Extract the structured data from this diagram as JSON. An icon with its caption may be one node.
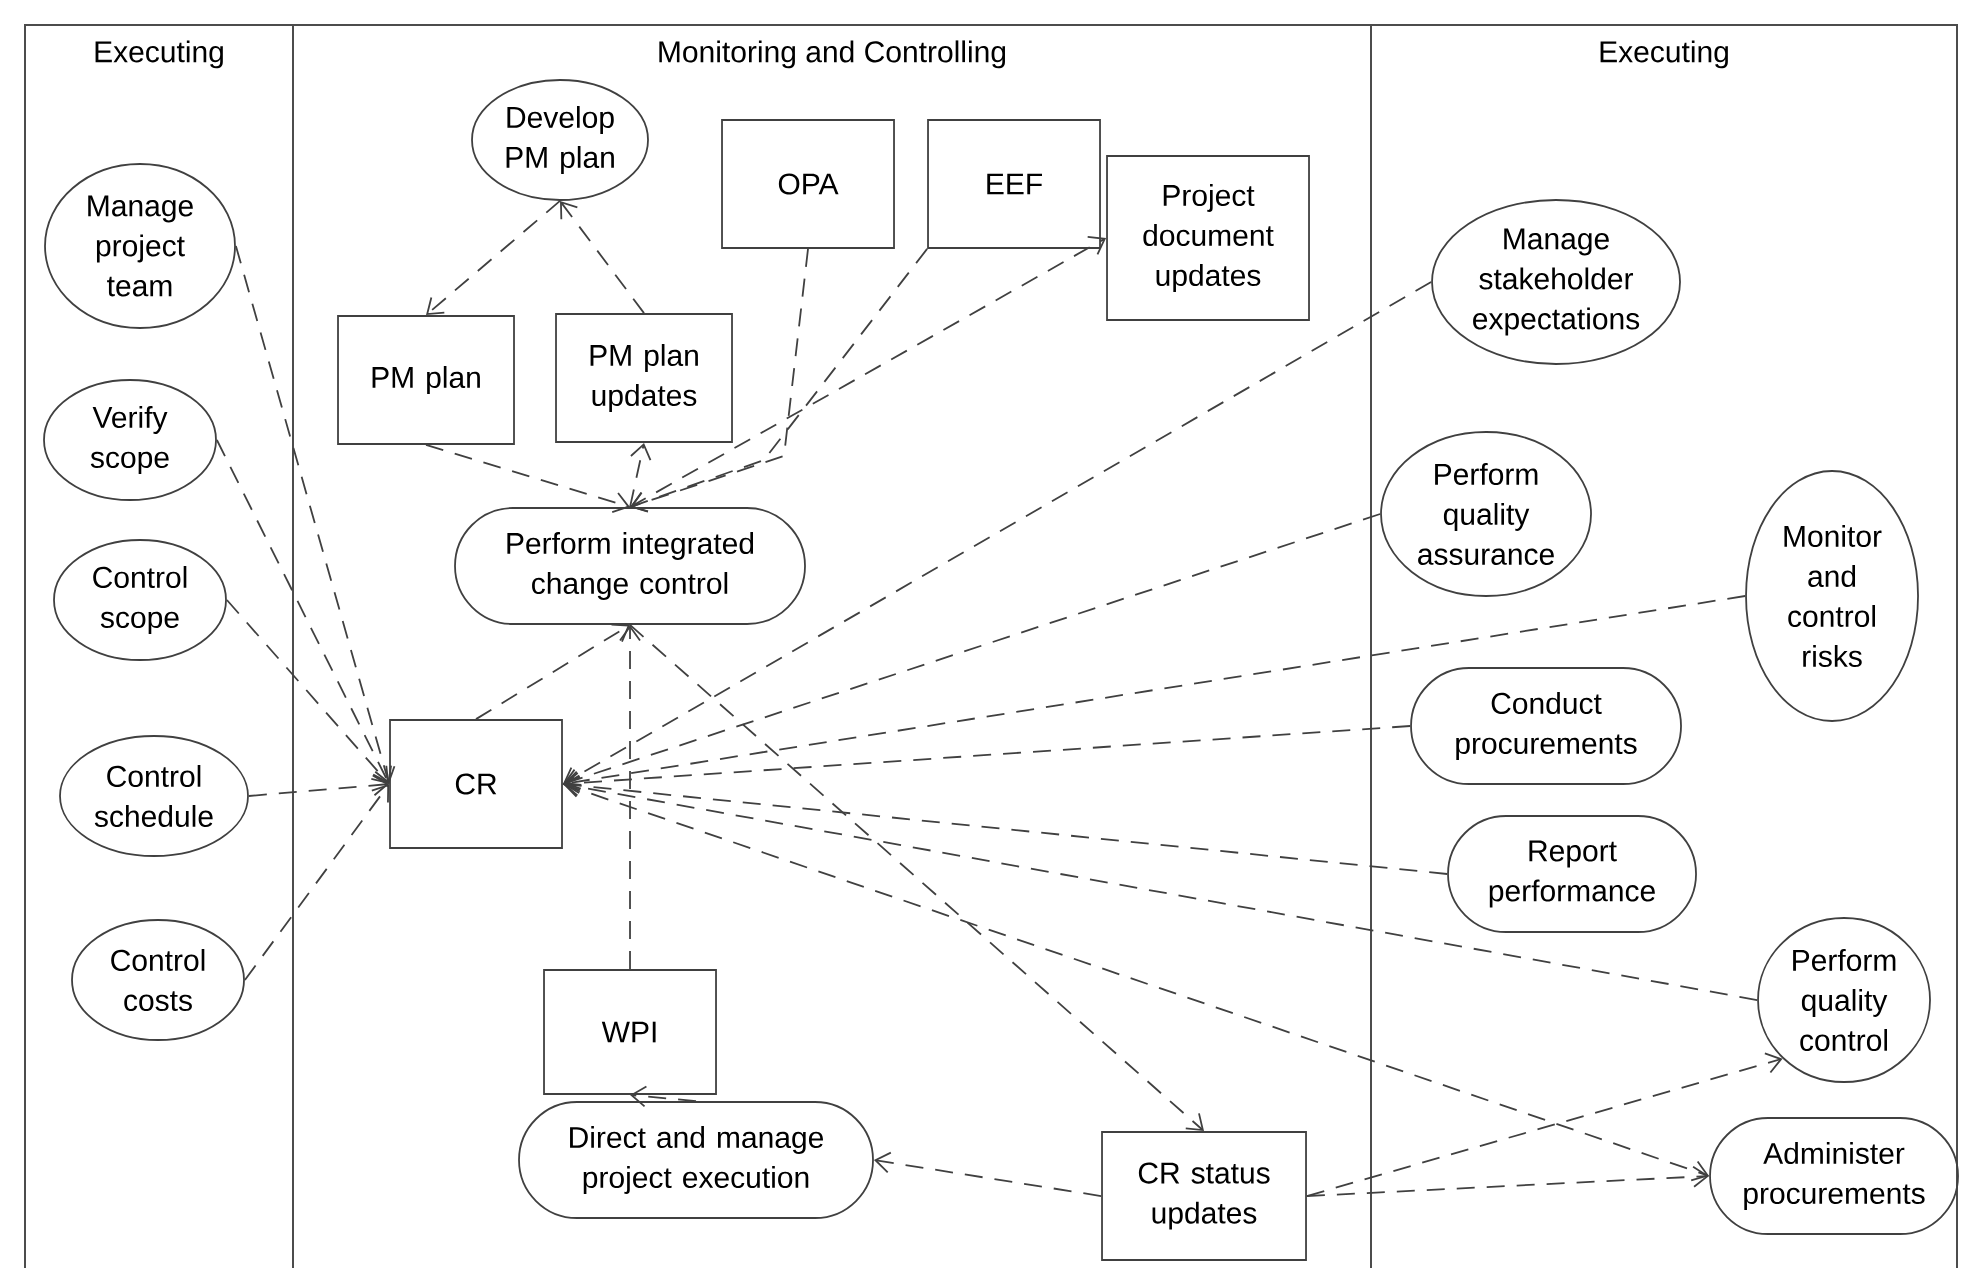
{
  "diagram": {
    "nodes": [
      {
        "text": [
          "Executing"
        ]
      },
      {
        "text": [
          "Monitoring and Controlling"
        ]
      },
      {
        "text": [
          "Executing"
        ]
      },
      {
        "text": [
          "Manage project team"
        ],
        "in": 0
      },
      {
        "text": [
          "Verify scope"
        ],
        "in": 0
      },
      {
        "text": [
          "Control scope"
        ],
        "in": 0
      },
      {
        "text": [
          "Control schedule"
        ],
        "in": 0
      },
      {
        "text": [
          "Control costs"
        ],
        "in": 0
      },
      {
        "text": [
          "Develop PM plan"
        ],
        "in": 1
      },
      {
        "text": [
          "OPA"
        ],
        "in": 1
      },
      {
        "text": [
          "EEF"
        ],
        "in": 1
      },
      {
        "text": [
          "Project document updates"
        ],
        "in": 1
      },
      {
        "text": [
          "PM plan"
        ],
        "in": 1
      },
      {
        "text": [
          "PM plan updates"
        ],
        "in": 1
      },
      {
        "text": [
          "Perform integrated change control"
        ],
        "in": 1
      },
      {
        "text": [
          "CR"
        ],
        "in": 1
      },
      {
        "text": [
          "WPI"
        ],
        "in": 1
      },
      {
        "text": [
          "Direct and manage project execution"
        ],
        "in": 1
      },
      {
        "text": [
          "CR status updates"
        ],
        "in": 1
      },
      {
        "text": [
          "Manage stakeholder expectations"
        ],
        "in": 2
      },
      {
        "text": [
          "Perform quality assurance"
        ],
        "in": 2
      },
      {
        "text": [
          "Monitor and control risks"
        ],
        "in": 2
      },
      {
        "text": [
          "Conduct procurements"
        ],
        "in": 2
      },
      {
        "text": [
          "Report performance"
        ],
        "in": 2
      },
      {
        "text": [
          "Perform quality control"
        ],
        "in": 2
      },
      {
        "text": [
          "Administer procurements"
        ],
        "in": 2
      }
    ],
    "edges": [
      {
        "from": 8,
        "to": 12,
        "arrow": "to"
      },
      {
        "from": 13,
        "to": 8,
        "arrow": "to"
      },
      {
        "from": 12,
        "to": 14,
        "arrow": "to"
      },
      {
        "from": 14,
        "to": 13,
        "arrow": "to"
      },
      {
        "from": 9,
        "to": 14,
        "arrow": "to"
      },
      {
        "from": 10,
        "to": 14,
        "arrow": "to"
      },
      {
        "from": 14,
        "to": 11,
        "arrow": "to"
      },
      {
        "from": 3,
        "to": 15,
        "arrow": "to"
      },
      {
        "from": 4,
        "to": 15,
        "arrow": "to"
      },
      {
        "from": 5,
        "to": 15,
        "arrow": "to"
      },
      {
        "from": 6,
        "to": 15,
        "arrow": "to"
      },
      {
        "from": 7,
        "to": 15,
        "arrow": "to"
      },
      {
        "from": 15,
        "to": 14,
        "arrow": "to"
      },
      {
        "from": 16,
        "to": 14,
        "arrow": "to"
      },
      {
        "from": 19,
        "to": 15,
        "arrow": "to"
      },
      {
        "from": 20,
        "to": 15,
        "arrow": "to"
      },
      {
        "from": 21,
        "to": 15,
        "arrow": "to"
      },
      {
        "from": 22,
        "to": 15,
        "arrow": "to"
      },
      {
        "from": 23,
        "to": 15,
        "arrow": "to"
      },
      {
        "from": 24,
        "to": 15,
        "arrow": "to"
      },
      {
        "from": 15,
        "to": 25,
        "arrow": "to"
      },
      {
        "from": 14,
        "to": 18,
        "arrow": "to"
      },
      {
        "from": 18,
        "to": 17,
        "arrow": "to"
      },
      {
        "from": 18,
        "to": 24,
        "arrow": "to"
      },
      {
        "from": 18,
        "to": 25,
        "arrow": "to"
      },
      {
        "from": 17,
        "to": 16,
        "arrow": "to"
      }
    ]
  }
}
